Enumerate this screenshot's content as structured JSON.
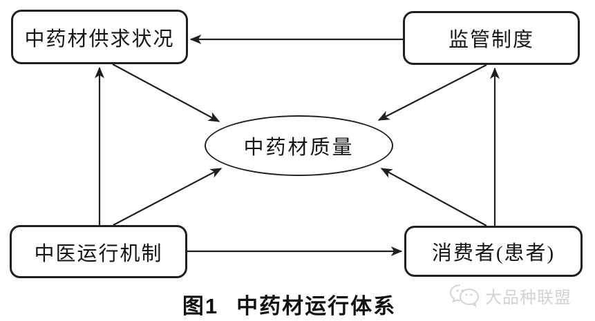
{
  "figure": {
    "nodes": {
      "supply": {
        "label": "中药材供求状况"
      },
      "regulation": {
        "label": "监管制度"
      },
      "quality": {
        "label": "中药材质量"
      },
      "mechanism": {
        "label": "中医运行机制"
      },
      "consumer": {
        "label": "消费者(患者)"
      }
    },
    "edges": [
      {
        "from": "监管制度",
        "to": "中药材供求状况",
        "arrow": "single"
      },
      {
        "from": "中医运行机制",
        "to": "中药材供求状况",
        "arrow": "single"
      },
      {
        "from": "消费者(患者)",
        "to": "监管制度",
        "arrow": "single"
      },
      {
        "from": "中医运行机制",
        "to": "消费者(患者)",
        "arrow": "single"
      },
      {
        "from": "中药材供求状况",
        "to": "中药材质量",
        "arrow": "single"
      },
      {
        "from": "监管制度",
        "to": "中药材质量",
        "arrow": "single"
      },
      {
        "from": "中医运行机制",
        "to": "中药材质量",
        "arrow": "single"
      },
      {
        "from": "消费者(患者)",
        "to": "中药材质量",
        "arrow": "single"
      }
    ],
    "caption": {
      "figure_number": "图1",
      "title": "中药材运行体系"
    },
    "watermark": {
      "label": "大品种联盟",
      "icon": "wechat-icon"
    },
    "colors": {
      "line": "#1f1f1f",
      "background": "#ffffff",
      "watermark": "#d2d2d2"
    }
  }
}
